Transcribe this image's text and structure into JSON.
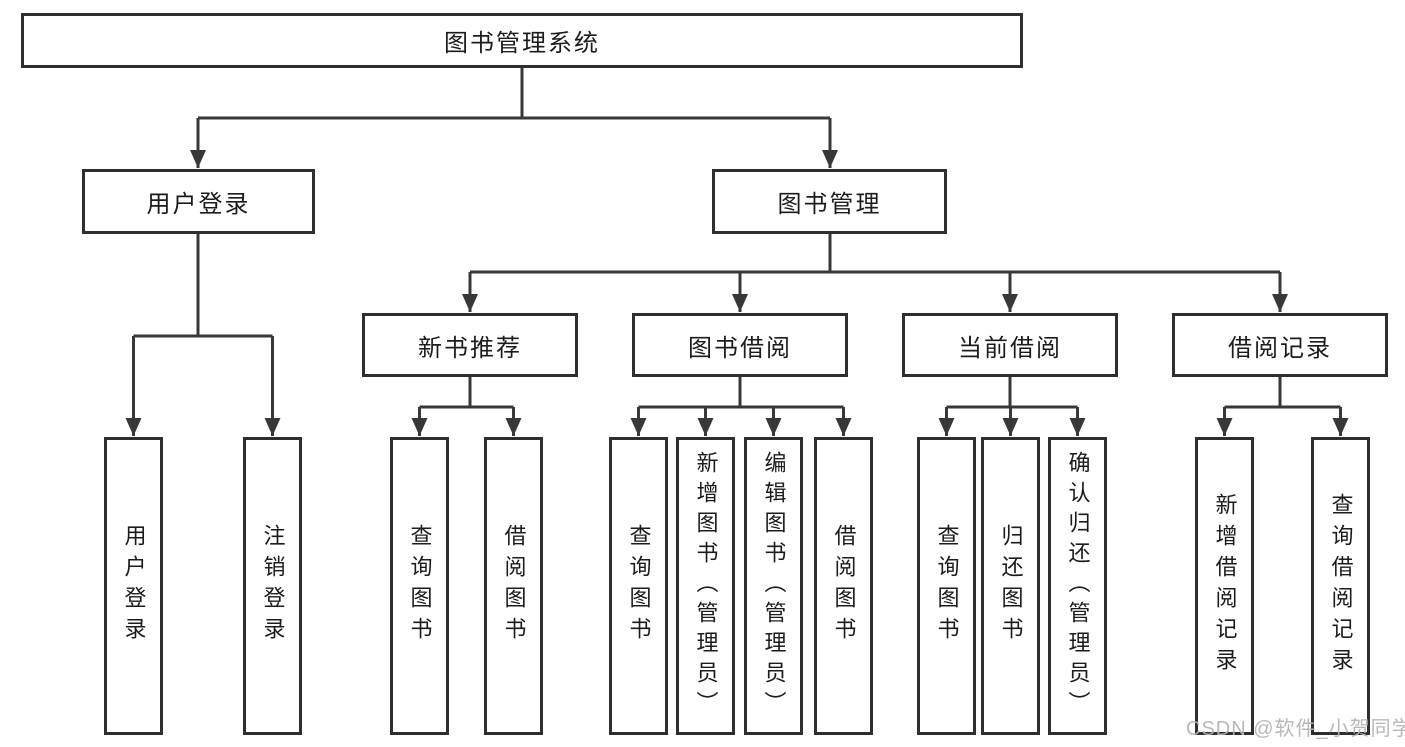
{
  "diagram_type": "hierarchy-tree",
  "colors": {
    "background": "#ffffff",
    "box_border": "#2e2e2e",
    "connector": "#383838",
    "text": "#1c1c1c",
    "watermark": "#b3b3b3"
  },
  "tree": {
    "root": {
      "label": "图书管理系统"
    },
    "branches": [
      {
        "label": "用户登录",
        "children": [
          {
            "label": "用户登录"
          },
          {
            "label": "注销登录"
          }
        ]
      },
      {
        "label": "图书管理",
        "children": [
          {
            "label": "新书推荐",
            "children": [
              {
                "label": "查询图书"
              },
              {
                "label": "借阅图书"
              }
            ]
          },
          {
            "label": "图书借阅",
            "children": [
              {
                "label": "查询图书"
              },
              {
                "label": "新增图书（管理员）"
              },
              {
                "label": "编辑图书（管理员）"
              },
              {
                "label": "借阅图书"
              }
            ]
          },
          {
            "label": "当前借阅",
            "children": [
              {
                "label": "查询图书"
              },
              {
                "label": "归还图书"
              },
              {
                "label": "确认归还（管理员）"
              }
            ]
          },
          {
            "label": "借阅记录",
            "children": [
              {
                "label": "新增借阅记录"
              },
              {
                "label": "查询借阅记录"
              }
            ]
          }
        ]
      }
    ]
  },
  "watermark": {
    "text": "CSDN @软件_小贺同学"
  }
}
